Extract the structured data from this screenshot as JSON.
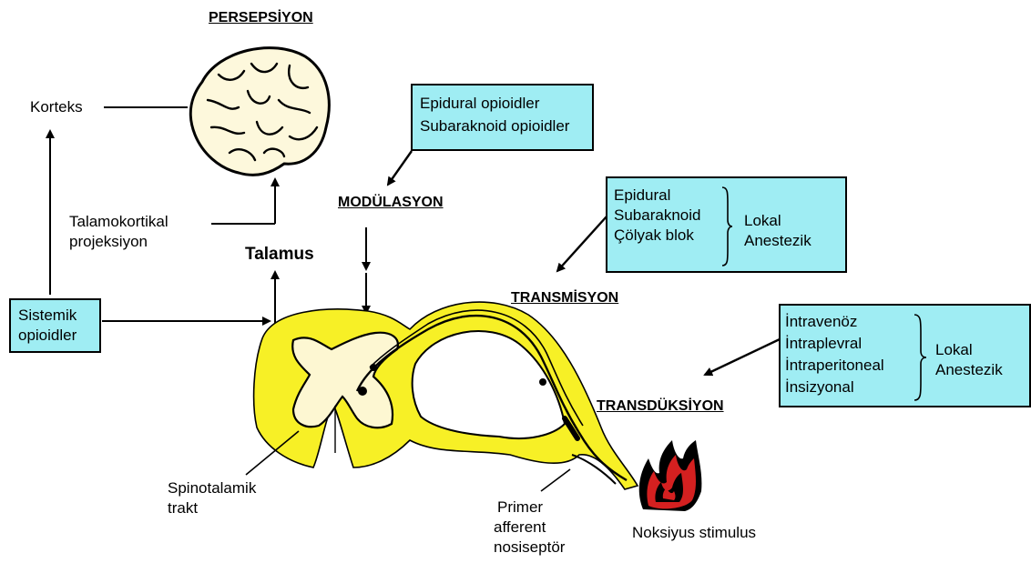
{
  "headings": {
    "perception": "PERSEPSİYON",
    "modulation": "MODÜLASYON",
    "transmission": "TRANSMİSYON",
    "transduction": "TRANSDÜKSİYON"
  },
  "labels": {
    "cortex": "Korteks",
    "thalamocortical_1": "Talamokortikal",
    "thalamocortical_2": "projeksiyon",
    "thalamus": "Talamus",
    "spinothalamic_1": "Spinotalamik",
    "spinothalamic_2": "trakt",
    "primary_1": "Primer",
    "primary_2": "afferent",
    "primary_3": "nosiseptör",
    "noxious": "Noksiyus stimulus"
  },
  "boxes": {
    "systemic": [
      "Sistemik",
      "opioidler"
    ],
    "modulation": [
      "Epidural opioidler",
      "Subaraknoid opioidler"
    ],
    "transmission": {
      "items": [
        "Epidural",
        "Subaraknoid",
        "Çölyak blok"
      ],
      "group": [
        "Lokal",
        "Anestezik"
      ]
    },
    "transduction": {
      "items": [
        "İntravenöz",
        "İntraplevral",
        "İntraperitoneal",
        "İnsizyonal"
      ],
      "group": [
        "Lokal",
        "Anestezik"
      ]
    }
  },
  "colors": {
    "box_fill": "#9fedf3",
    "spinal_yellow": "#f7f026",
    "grey_matter": "#fdf7d2",
    "brain_fill": "#fdf8dc",
    "flame": "#d42020"
  },
  "icons": [
    "brain-icon",
    "spinal-cord-icon",
    "flame-icon"
  ]
}
